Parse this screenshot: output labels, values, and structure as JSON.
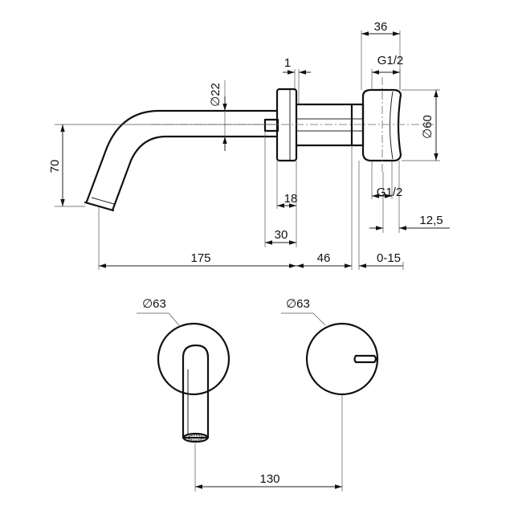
{
  "side_view": {
    "dim_36": "36",
    "dim_1": "1",
    "dim_g12_top": "G1/2",
    "dim_d22": "∅22",
    "dim_d60": "∅60",
    "dim_70": "70",
    "dim_18": "18",
    "dim_g12_bottom": "G1/2",
    "dim_12_5": "12,5",
    "dim_30": "30",
    "dim_175": "175",
    "dim_46": "46",
    "dim_0_15": "0-15"
  },
  "front_view": {
    "dim_d63_left": "∅63",
    "dim_d63_right": "∅63",
    "dim_130": "130"
  }
}
